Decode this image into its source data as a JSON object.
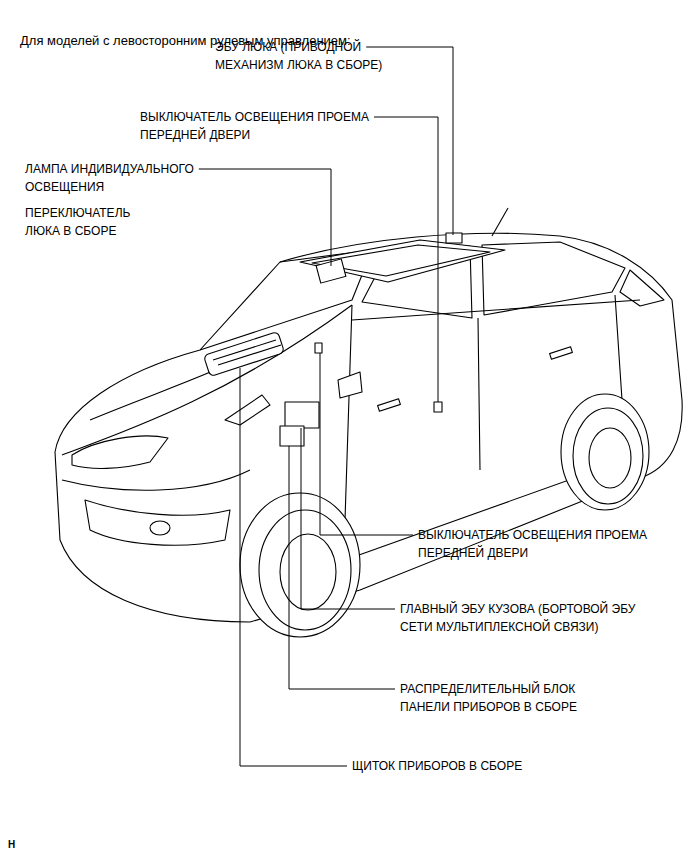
{
  "diagram": {
    "title": "Для моделей с левосторонним рулевым управлением:",
    "labels": [
      "ЭБУ ЛЮКА (ПРИВОДНОЙ МЕХАНИЗМ ЛЮКА В СБОРЕ)",
      "ВЫКЛЮЧАТЕЛЬ ОСВЕЩЕНИЯ ПРОЕМА ПЕРЕДНЕЙ ДВЕРИ",
      "ЛАМПА ИНДИВИДУАЛЬНОГО ОСВЕЩЕНИЯ",
      "ПЕРЕКЛЮЧАТЕЛЬ ЛЮКА В СБОРЕ",
      "ВЫКЛЮЧАТЕЛЬ ОСВЕЩЕНИЯ ПРОЕМА ПЕРЕДНЕЙ ДВЕРИ",
      "ГЛАВНЫЙ ЭБУ КУЗОВА (БОРТОВОЙ ЭБУ СЕТИ МУЛЬТИПЛЕКСНОЙ СВЯЗИ)",
      "РАСПРЕДЕЛИТЕЛЬНЫЙ БЛОК ПАНЕЛИ ПРИБОРОВ В СБОРЕ",
      "ЩИТОК ПРИБОРОВ В СБОРЕ",
      "H"
    ]
  }
}
